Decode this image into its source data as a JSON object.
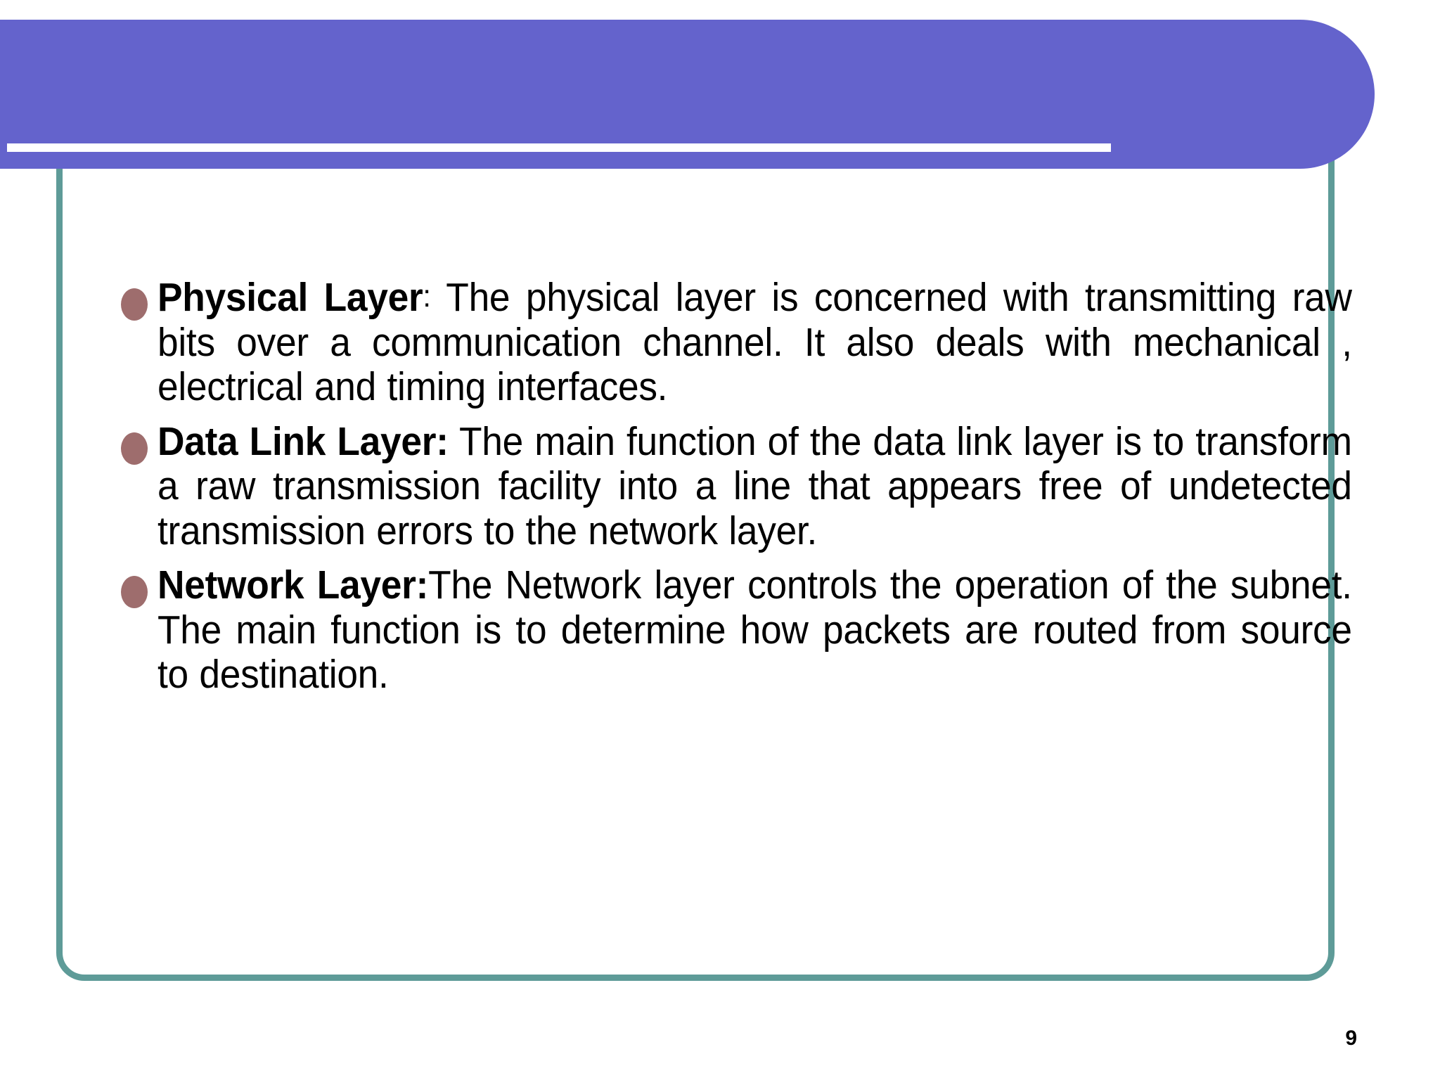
{
  "slide": {
    "page_number": "9",
    "colors": {
      "banner": "#6463CC",
      "frame_border": "#5E9B98",
      "bullet": "#9E6D6D",
      "text": "#000000",
      "background": "#FFFFFF",
      "banner_rule": "#FFFFFF"
    },
    "header": {
      "title": ""
    },
    "bullets": [
      {
        "lead": "Physical Layer",
        "colon": ":",
        "colon_style": "thin",
        "body": " The physical layer is concerned with transmitting raw bits over a communication channel. It also deals with mechanical , electrical and timing interfaces."
      },
      {
        "lead": "Data Link Layer",
        "colon": ":",
        "colon_style": "bold",
        "body": " The main function of the data link layer is to transform a raw transmission facility into a line that appears free of undetected transmission errors to the network layer."
      },
      {
        "lead": "Network   Layer",
        "colon": ":",
        "colon_style": "bold",
        "body": "The Network layer controls the operation of the subnet. The main function is to determine how packets are routed from source to destination."
      }
    ]
  }
}
